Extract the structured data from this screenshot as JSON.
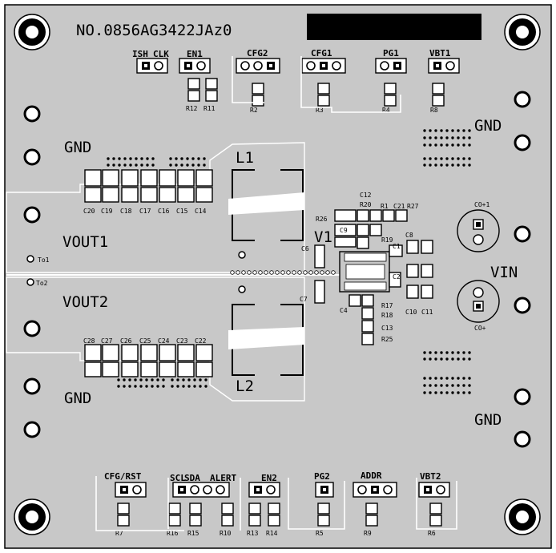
{
  "board_id": "NO.0856AG3422JAz0",
  "net_labels": {
    "gnd_left_top": "GND",
    "gnd_left_bottom": "GND",
    "gnd_right_top": "GND",
    "gnd_right_bottom": "GND",
    "vout1": "VOUT1",
    "vout2": "VOUT2",
    "vin": "VIN",
    "l1": "L1",
    "l2": "L2",
    "v1": "V1",
    "to1": "To1",
    "to2": "To2",
    "co_plus_1": "CO+1",
    "co_plus": "CO+"
  },
  "top_connectors": [
    "ISH",
    "CLK",
    "EN1",
    "CFG2",
    "CFG1",
    "PG1",
    "VBT1"
  ],
  "bottom_connectors": [
    "CFG/RST",
    "SCL",
    "SDA",
    "ALERT",
    "EN2",
    "PG2",
    "ADDR",
    "VBT2"
  ],
  "top_resistors": [
    "R12",
    "R11",
    "R2",
    "R3",
    "R4",
    "R8"
  ],
  "bottom_resistors": [
    "R7",
    "R16",
    "R15",
    "R10",
    "R13",
    "R14",
    "R5",
    "R9",
    "R6"
  ],
  "out1_caps": [
    "C20",
    "C19",
    "C18",
    "C17",
    "C16",
    "C15",
    "C14"
  ],
  "out2_caps": [
    "C28",
    "C27",
    "C26",
    "C25",
    "C24",
    "C23",
    "C22"
  ],
  "ic_refs": [
    "C12",
    "R20",
    "R1",
    "C21",
    "R27",
    "R26",
    "C9",
    "R19",
    "C6",
    "C7",
    "C1",
    "C8",
    "C2",
    "C4",
    "R17",
    "R18",
    "C13",
    "R25",
    "C10",
    "C11"
  ]
}
